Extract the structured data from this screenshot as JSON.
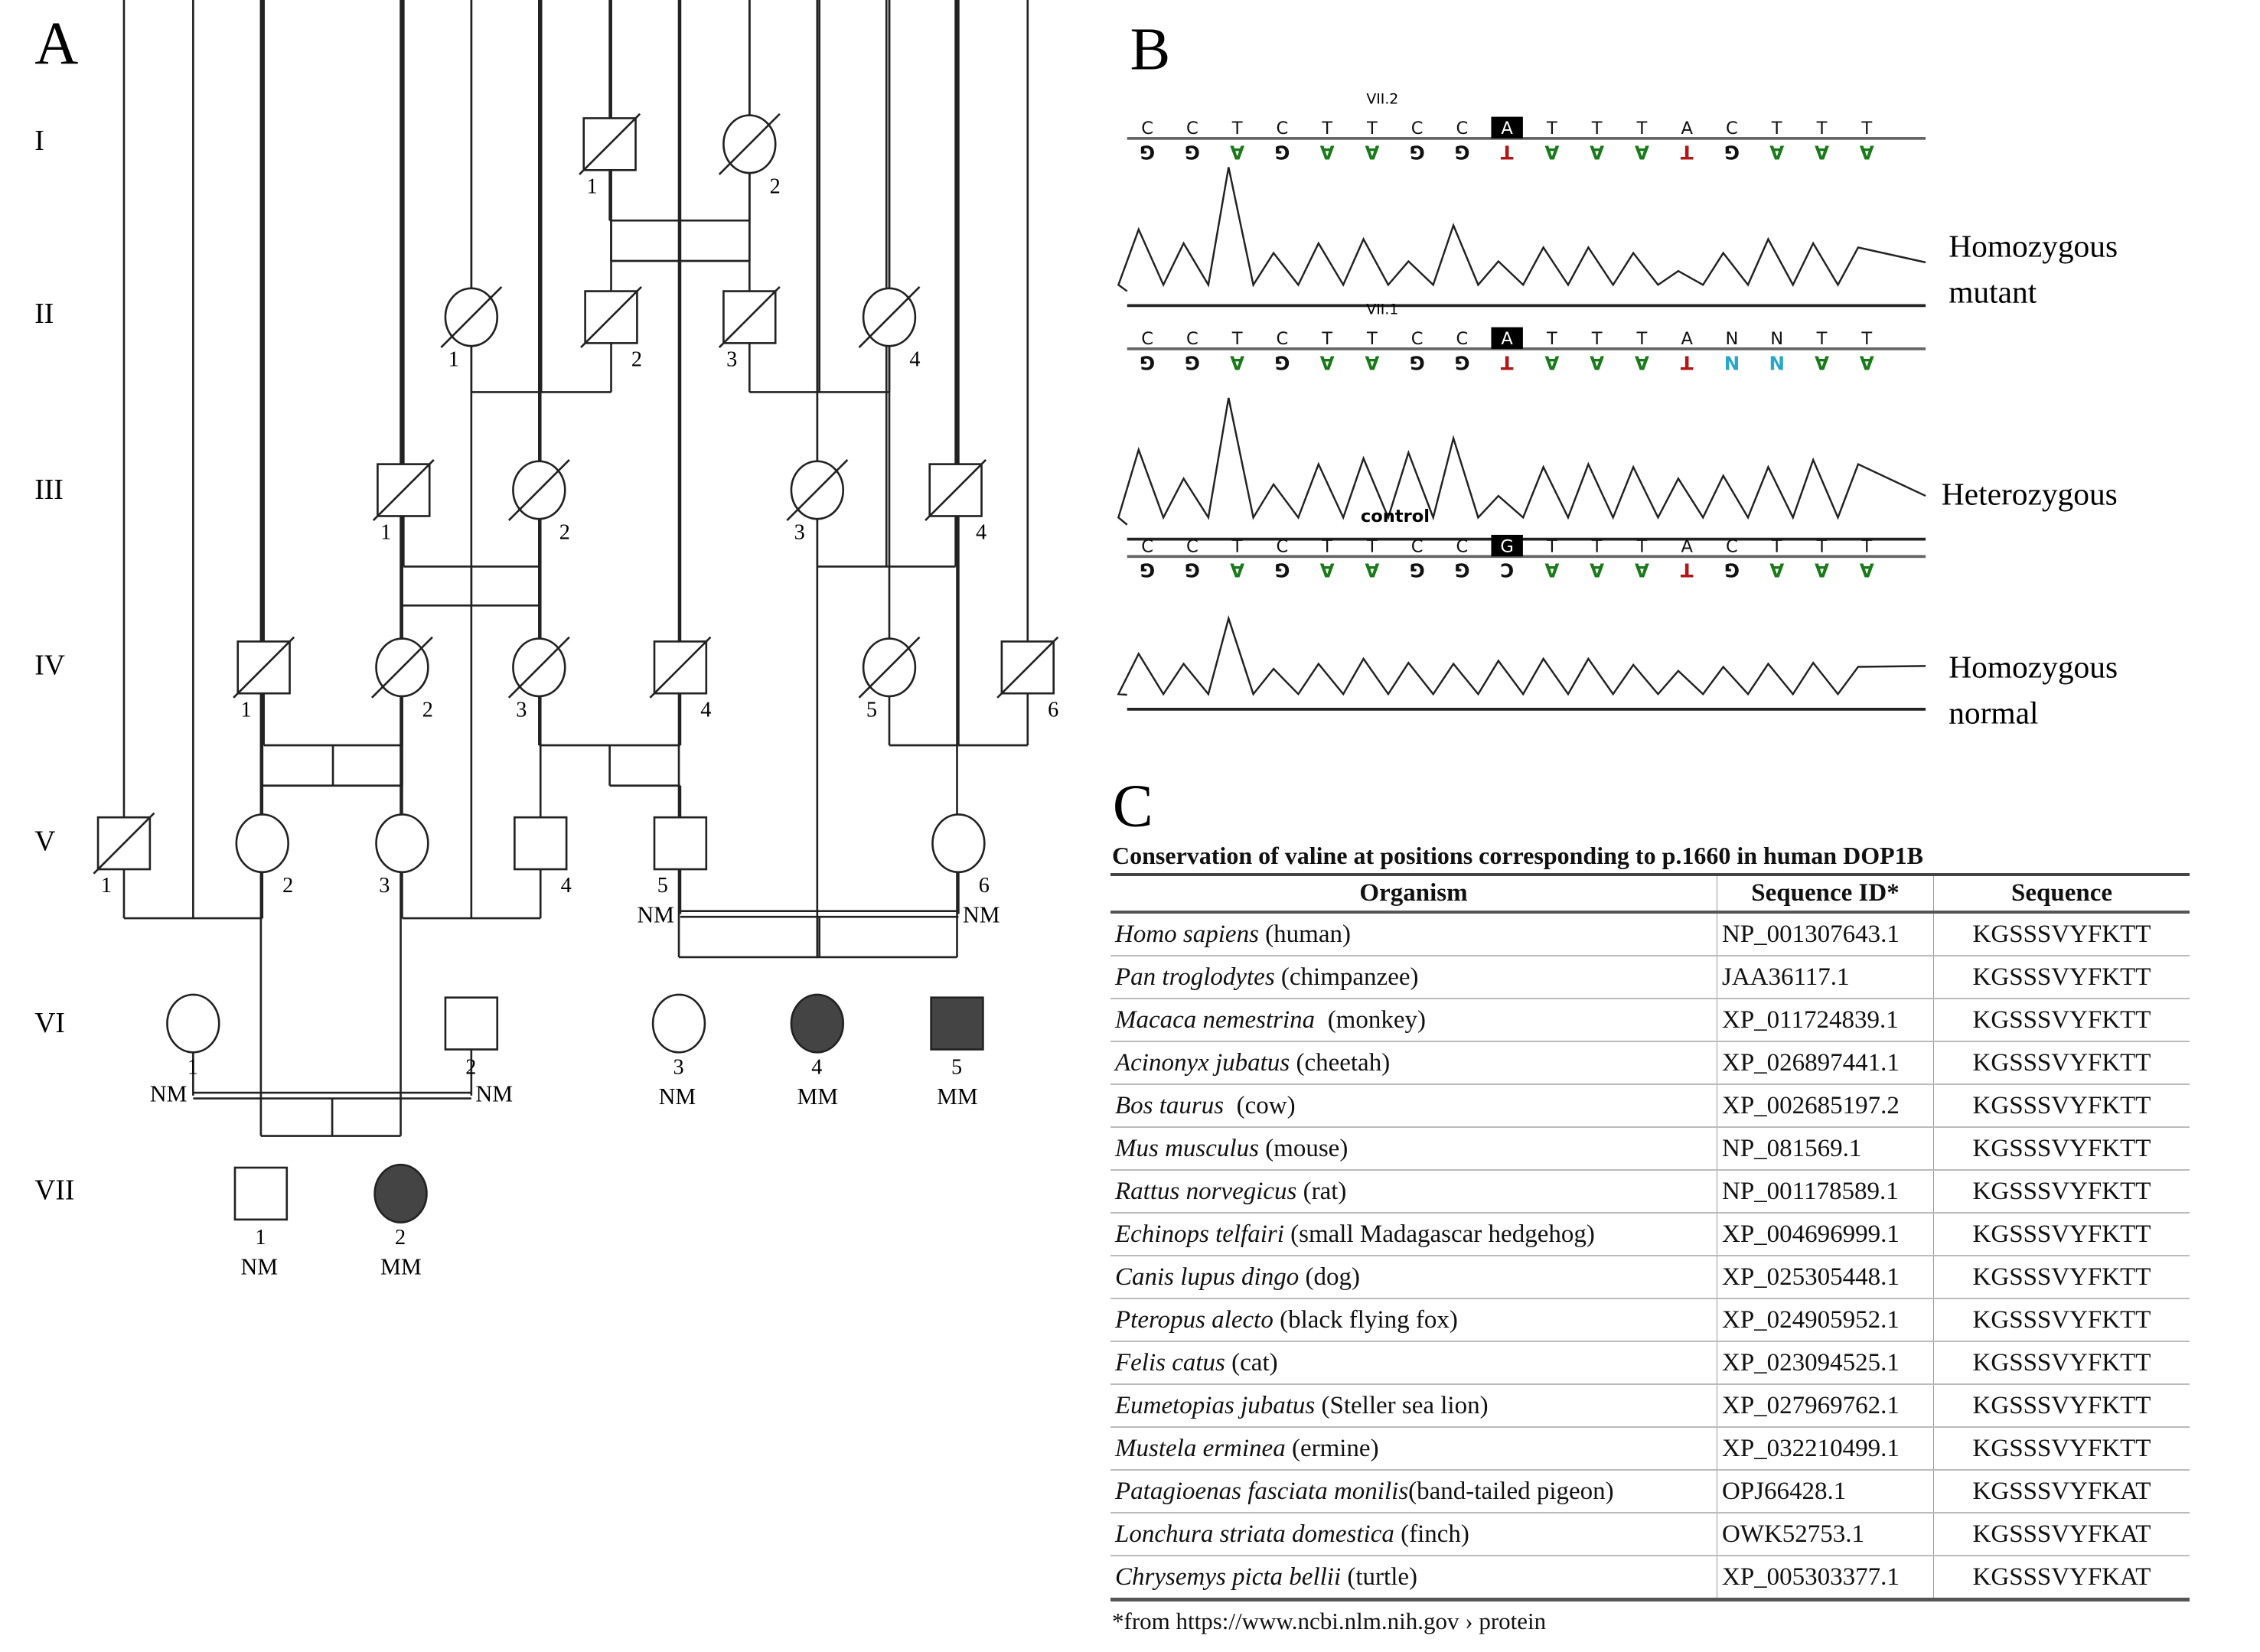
{
  "panels": {
    "A": {
      "label": "A"
    },
    "B": {
      "label": "B"
    },
    "C": {
      "label": "C"
    }
  },
  "pedigree": {
    "generations": [
      "I",
      "II",
      "III",
      "IV",
      "V",
      "VI",
      "VII"
    ],
    "individuals": [
      {
        "id": "I-1",
        "gen": "I",
        "num": "1",
        "sex": "male",
        "deceased": true,
        "affected": false,
        "genotype": ""
      },
      {
        "id": "I-2",
        "gen": "I",
        "num": "2",
        "sex": "female",
        "deceased": true,
        "affected": false,
        "genotype": ""
      },
      {
        "id": "II-1",
        "gen": "II",
        "num": "1",
        "sex": "female",
        "deceased": true,
        "affected": false,
        "genotype": ""
      },
      {
        "id": "II-2",
        "gen": "II",
        "num": "2",
        "sex": "male",
        "deceased": true,
        "affected": false,
        "genotype": ""
      },
      {
        "id": "II-3",
        "gen": "II",
        "num": "3",
        "sex": "male",
        "deceased": true,
        "affected": false,
        "genotype": ""
      },
      {
        "id": "II-4",
        "gen": "II",
        "num": "4",
        "sex": "female",
        "deceased": true,
        "affected": false,
        "genotype": ""
      },
      {
        "id": "III-1",
        "gen": "III",
        "num": "1",
        "sex": "male",
        "deceased": true,
        "affected": false,
        "genotype": ""
      },
      {
        "id": "III-2",
        "gen": "III",
        "num": "2",
        "sex": "female",
        "deceased": true,
        "affected": false,
        "genotype": ""
      },
      {
        "id": "III-3",
        "gen": "III",
        "num": "3",
        "sex": "female",
        "deceased": true,
        "affected": false,
        "genotype": ""
      },
      {
        "id": "III-4",
        "gen": "III",
        "num": "4",
        "sex": "male",
        "deceased": true,
        "affected": false,
        "genotype": ""
      },
      {
        "id": "IV-1",
        "gen": "IV",
        "num": "1",
        "sex": "male",
        "deceased": true,
        "affected": false,
        "genotype": ""
      },
      {
        "id": "IV-2",
        "gen": "IV",
        "num": "2",
        "sex": "female",
        "deceased": true,
        "affected": false,
        "genotype": ""
      },
      {
        "id": "IV-3",
        "gen": "IV",
        "num": "3",
        "sex": "female",
        "deceased": true,
        "affected": false,
        "genotype": ""
      },
      {
        "id": "IV-4",
        "gen": "IV",
        "num": "4",
        "sex": "male",
        "deceased": true,
        "affected": false,
        "genotype": ""
      },
      {
        "id": "IV-5",
        "gen": "IV",
        "num": "5",
        "sex": "female",
        "deceased": true,
        "affected": false,
        "genotype": ""
      },
      {
        "id": "IV-6",
        "gen": "IV",
        "num": "6",
        "sex": "male",
        "deceased": true,
        "affected": false,
        "genotype": ""
      },
      {
        "id": "V-1",
        "gen": "V",
        "num": "1",
        "sex": "male",
        "deceased": true,
        "affected": false,
        "genotype": ""
      },
      {
        "id": "V-2",
        "gen": "V",
        "num": "2",
        "sex": "female",
        "deceased": false,
        "affected": false,
        "genotype": ""
      },
      {
        "id": "V-3",
        "gen": "V",
        "num": "3",
        "sex": "female",
        "deceased": false,
        "affected": false,
        "genotype": ""
      },
      {
        "id": "V-4",
        "gen": "V",
        "num": "4",
        "sex": "male",
        "deceased": false,
        "affected": false,
        "genotype": ""
      },
      {
        "id": "V-5",
        "gen": "V",
        "num": "5",
        "sex": "male",
        "deceased": false,
        "affected": false,
        "genotype": "NM"
      },
      {
        "id": "V-6",
        "gen": "V",
        "num": "6",
        "sex": "female",
        "deceased": false,
        "affected": false,
        "genotype": "NM"
      },
      {
        "id": "VI-1",
        "gen": "VI",
        "num": "1",
        "sex": "female",
        "deceased": false,
        "affected": false,
        "genotype": "NM"
      },
      {
        "id": "VI-2",
        "gen": "VI",
        "num": "2",
        "sex": "male",
        "deceased": false,
        "affected": false,
        "genotype": "NM"
      },
      {
        "id": "VI-3",
        "gen": "VI",
        "num": "3",
        "sex": "female",
        "deceased": false,
        "affected": false,
        "genotype": "NM"
      },
      {
        "id": "VI-4",
        "gen": "VI",
        "num": "4",
        "sex": "female",
        "deceased": false,
        "affected": true,
        "genotype": "MM"
      },
      {
        "id": "VI-5",
        "gen": "VI",
        "num": "5",
        "sex": "male",
        "deceased": false,
        "affected": true,
        "genotype": "MM"
      },
      {
        "id": "VII-1",
        "gen": "VII",
        "num": "1",
        "sex": "male",
        "deceased": false,
        "affected": false,
        "genotype": "NM"
      },
      {
        "id": "VII-2",
        "gen": "VII",
        "num": "2",
        "sex": "female",
        "deceased": false,
        "affected": true,
        "genotype": "MM"
      }
    ]
  },
  "chromatograms": [
    {
      "sample": "VII.2",
      "label_line1": "Homozygous",
      "label_line2": "mutant",
      "top_bases": [
        "C",
        "C",
        "T",
        "C",
        "T",
        "T",
        "C",
        "C",
        "A",
        "T",
        "T",
        "T",
        "A",
        "C",
        "T",
        "T",
        "T"
      ],
      "highlight_index": 8,
      "bottom_bases": [
        "G",
        "G",
        "A",
        "G",
        "A",
        "A",
        "G",
        "G",
        "T",
        "A",
        "A",
        "A",
        "T",
        "G",
        "A",
        "A",
        "A"
      ]
    },
    {
      "sample": "VII.1",
      "label_line1": "Heterozygous",
      "label_line2": "",
      "top_bases": [
        "C",
        "C",
        "T",
        "C",
        "T",
        "T",
        "C",
        "C",
        "A",
        "T",
        "T",
        "T",
        "A",
        "N",
        "N",
        "T",
        "T"
      ],
      "highlight_index": 8,
      "bottom_bases": [
        "G",
        "G",
        "A",
        "G",
        "A",
        "A",
        "G",
        "G",
        "T",
        "A",
        "A",
        "A",
        "T",
        "N",
        "N",
        "A",
        "A"
      ]
    },
    {
      "sample": "control",
      "label_line1": "Homozygous",
      "label_line2": "normal",
      "top_bases": [
        "C",
        "C",
        "T",
        "C",
        "T",
        "T",
        "C",
        "C",
        "G",
        "T",
        "T",
        "T",
        "A",
        "C",
        "T",
        "T",
        "T"
      ],
      "highlight_index": 8,
      "bottom_bases": [
        "G",
        "G",
        "A",
        "G",
        "A",
        "A",
        "G",
        "G",
        "C",
        "A",
        "A",
        "A",
        "T",
        "G",
        "A",
        "A",
        "A"
      ]
    }
  ],
  "base_colors": {
    "A": "#1a7a1a",
    "T": "#b01818",
    "G": "#111111",
    "C": "#111111",
    "N": "#2aa7c8"
  },
  "conservation_table": {
    "title": "Conservation of valine at positions corresponding to p.1660 in human DOP1B",
    "headers": [
      "Organism",
      "Sequence ID*",
      "Sequence"
    ],
    "rows": [
      {
        "species": "Homo sapiens",
        "common": " (human)",
        "id": "NP_001307643.1",
        "seq": "KGSSSVYFKTT"
      },
      {
        "species": "Pan troglodytes",
        "common": " (chimpanzee)",
        "id": "JAA36117.1",
        "seq": "KGSSSVYFKTT"
      },
      {
        "species": "Macaca nemestrina",
        "common": "  (monkey)",
        "id": "XP_011724839.1",
        "seq": "KGSSSVYFKTT"
      },
      {
        "species": "Acinonyx jubatus",
        "common": " (cheetah)",
        "id": "XP_026897441.1",
        "seq": "KGSSSVYFKTT"
      },
      {
        "species": "Bos taurus",
        "common": "  (cow)",
        "id": "XP_002685197.2",
        "seq": "KGSSSVYFKTT"
      },
      {
        "species": "Mus musculus",
        "common": " (mouse)",
        "id": "NP_081569.1",
        "seq": "KGSSSVYFKTT"
      },
      {
        "species": "Rattus norvegicus",
        "common": " (rat)",
        "id": "NP_001178589.1",
        "seq": "KGSSSVYFKTT"
      },
      {
        "species": "Echinops telfairi",
        "common": " (small Madagascar hedgehog)",
        "id": "XP_004696999.1",
        "seq": "KGSSSVYFKTT"
      },
      {
        "species": "Canis lupus dingo",
        "common": " (dog)",
        "id": "XP_025305448.1",
        "seq": "KGSSSVYFKTT"
      },
      {
        "species": "Pteropus alecto",
        "common": " (black flying fox)",
        "id": "XP_024905952.1",
        "seq": "KGSSSVYFKTT"
      },
      {
        "species": " Felis catus",
        "common": " (cat)",
        "id": "XP_023094525.1",
        "seq": "KGSSSVYFKTT"
      },
      {
        "species": "Eumetopias jubatus",
        "common": " (Steller sea lion)",
        "id": "XP_027969762.1",
        "seq": "KGSSSVYFKTT"
      },
      {
        "species": "Mustela erminea",
        "common": " (ermine)",
        "id": "XP_032210499.1",
        "seq": "KGSSSVYFKTT"
      },
      {
        "species": "Patagioenas fasciata monilis",
        "common": "(band-tailed pigeon)",
        "id": "OPJ66428.1",
        "seq": "KGSSSVYFKAT"
      },
      {
        "species": "Lonchura striata domestica",
        "common": " (finch)",
        "id": "OWK52753.1",
        "seq": "KGSSSVYFKAT"
      },
      {
        "species": "Chrysemys picta bellii",
        "common": " (turtle)",
        "id": "XP_005303377.1",
        "seq": "KGSSSVYFKAT"
      }
    ],
    "footnote": "*from https://www.ncbi.nlm.nih.gov › protein"
  }
}
